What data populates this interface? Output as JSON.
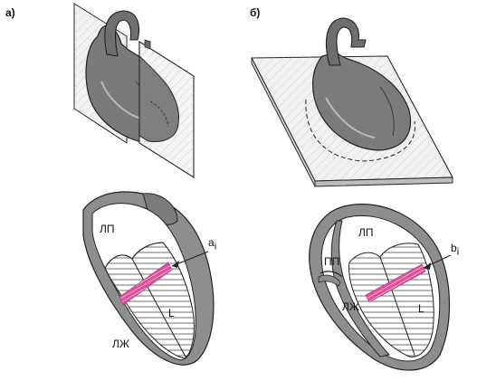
{
  "panels": {
    "a": {
      "label": "а)",
      "labels": {
        "atrium": "ЛП",
        "ventricle": "ЛЖ",
        "length": "L",
        "width": "a",
        "width_sub": "i"
      }
    },
    "b": {
      "label": "б)",
      "labels": {
        "left_atrium": "ЛП",
        "right_atrium": "ПП",
        "ventricle": "ЛЖ",
        "length": "L",
        "width": "b",
        "width_sub": "i"
      }
    }
  },
  "colors": {
    "stroke": "#222222",
    "wall": "#8e8e8e",
    "wall_dark": "#6a6a6a",
    "heart": "#7d7d7d",
    "plane": "#eeeeee",
    "accent": "#e0509a"
  }
}
